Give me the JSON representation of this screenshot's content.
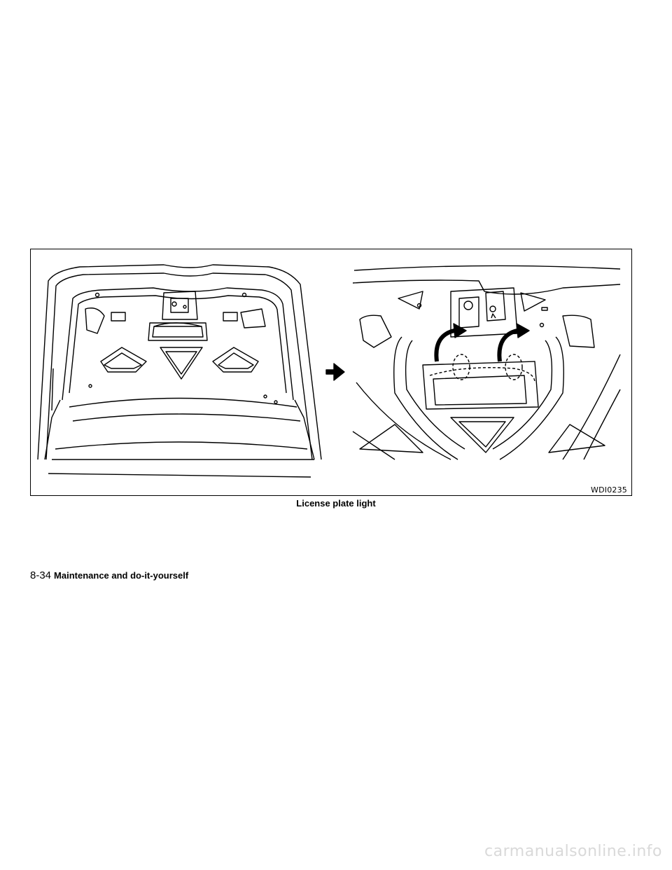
{
  "figure": {
    "code": "WDI0235",
    "caption": "License plate light"
  },
  "footer": {
    "page_number": "8-34",
    "section_title": "Maintenance and do-it-yourself"
  },
  "watermark": "carmanualsonline.info"
}
